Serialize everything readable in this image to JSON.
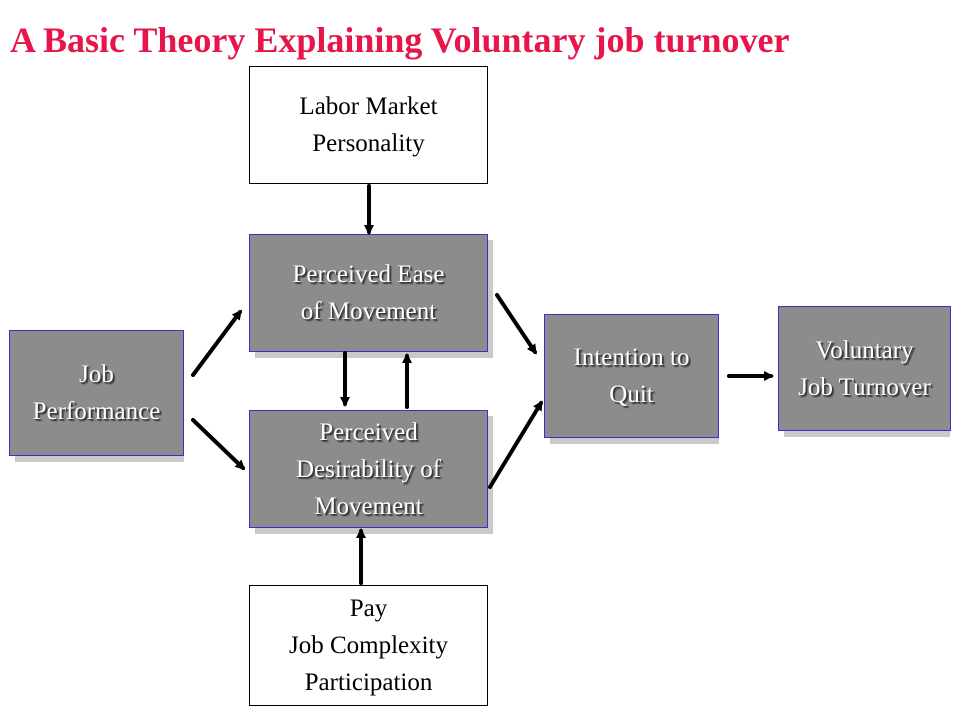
{
  "title": "A Basic Theory Explaining Voluntary job turnover",
  "colors": {
    "title": "#e8154a",
    "grey_box_fill": "#8c8c8c",
    "grey_box_shadow": "#c9c9c9",
    "blue_border": "#3333cc",
    "arrow": "#000000"
  },
  "nodes": {
    "labor_market": {
      "lines": [
        "Labor Market",
        "Personality"
      ]
    },
    "ease_of_movement": {
      "lines": [
        "Perceived Ease",
        "of Movement"
      ]
    },
    "desirability": {
      "lines": [
        "Perceived",
        "Desirability of",
        "Movement"
      ]
    },
    "job_performance": {
      "lines": [
        "Job",
        "Performance"
      ]
    },
    "intention_to_quit": {
      "lines": [
        "Intention to",
        "Quit"
      ]
    },
    "voluntary_turnover": {
      "lines": [
        "Voluntary",
        "Job Turnover"
      ]
    },
    "pay_factors": {
      "lines": [
        "Pay",
        "Job Complexity",
        "Participation"
      ]
    }
  },
  "edges": [
    {
      "from": "labor_market",
      "to": "ease_of_movement"
    },
    {
      "from": "job_performance",
      "to": "ease_of_movement"
    },
    {
      "from": "job_performance",
      "to": "desirability"
    },
    {
      "from": "ease_of_movement",
      "to": "desirability"
    },
    {
      "from": "desirability",
      "to": "ease_of_movement"
    },
    {
      "from": "ease_of_movement",
      "to": "intention_to_quit"
    },
    {
      "from": "desirability",
      "to": "intention_to_quit"
    },
    {
      "from": "intention_to_quit",
      "to": "voluntary_turnover"
    },
    {
      "from": "pay_factors",
      "to": "desirability"
    }
  ]
}
